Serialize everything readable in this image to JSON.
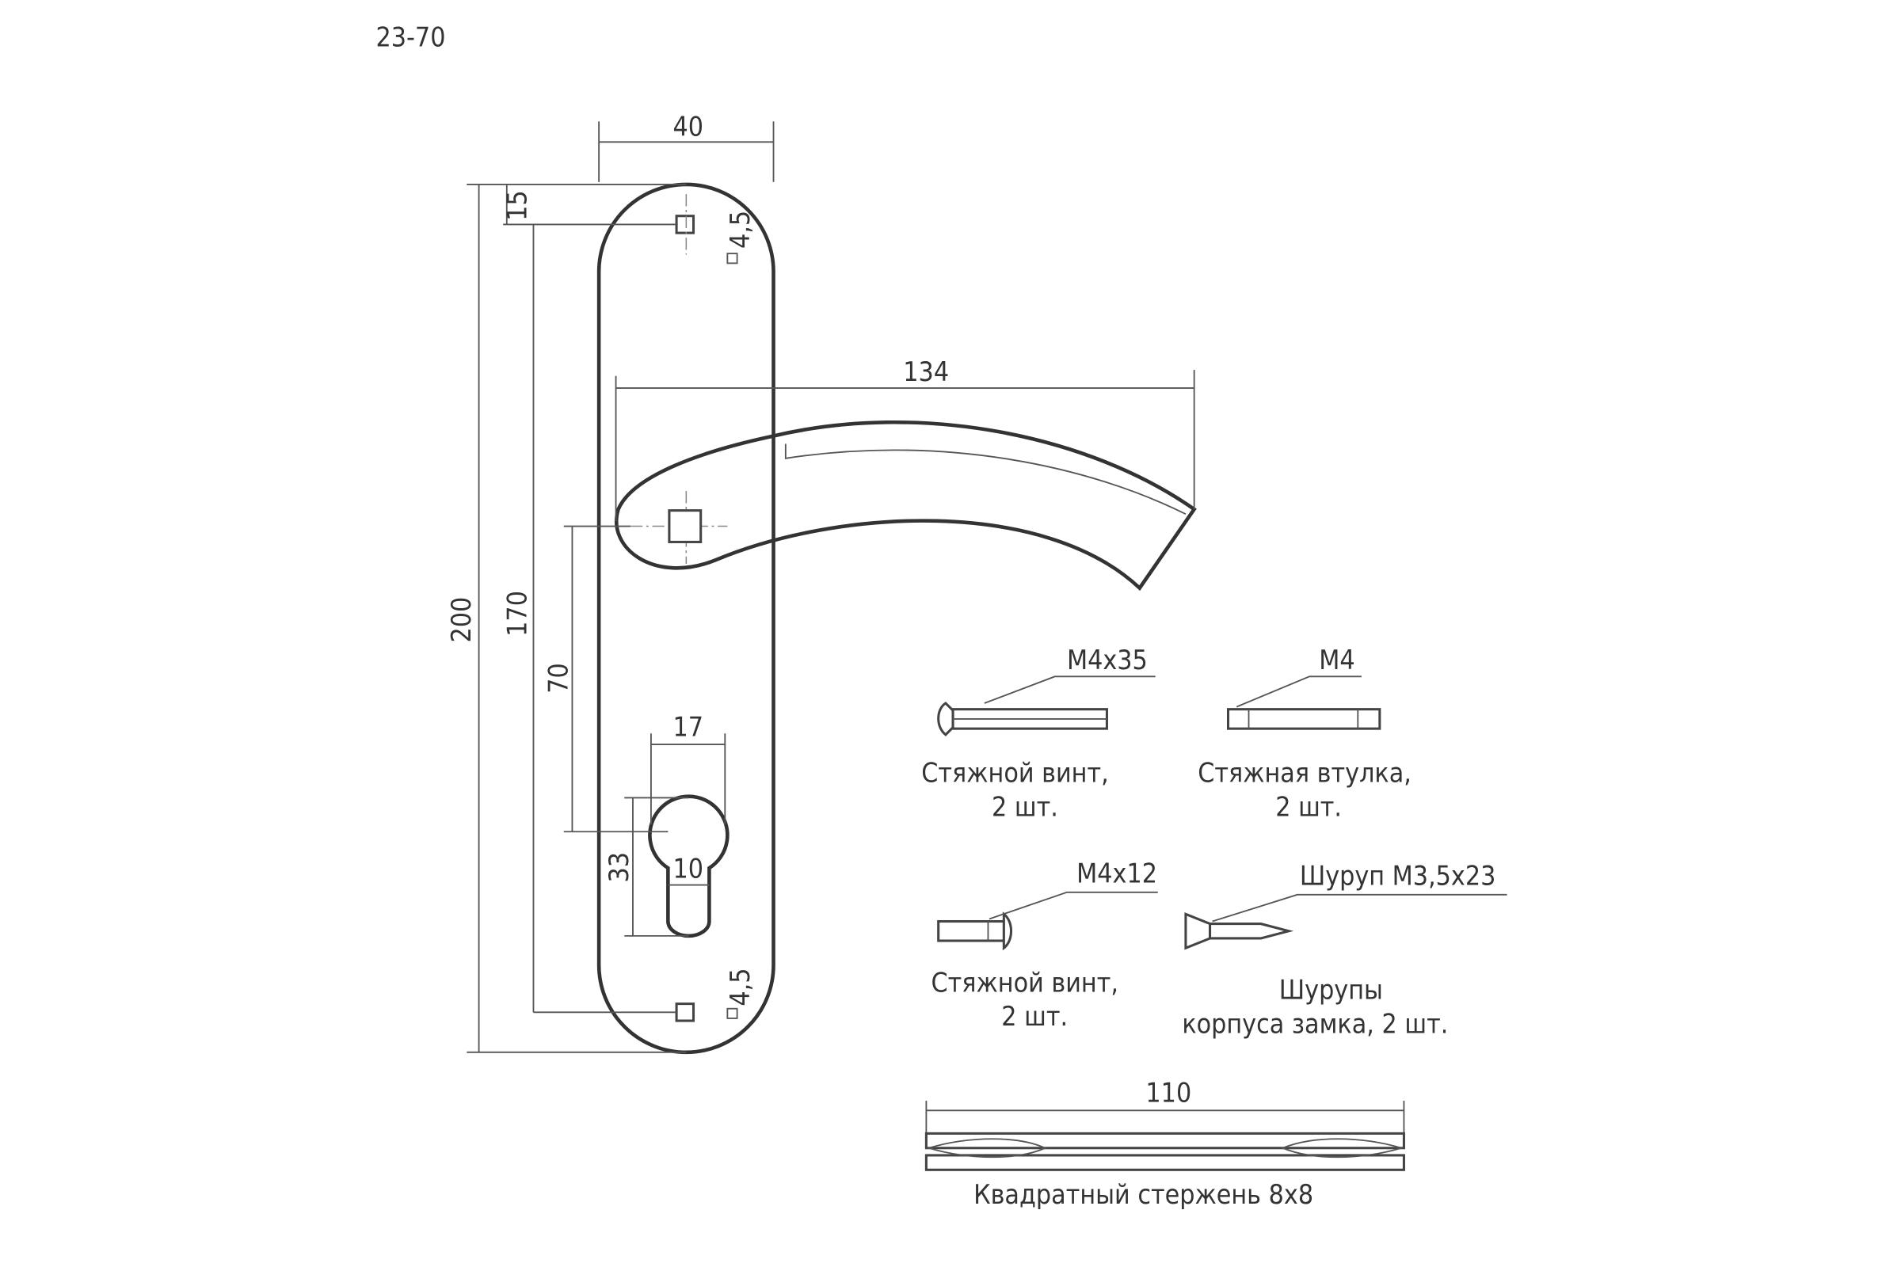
{
  "model": "23-70",
  "dimensions": {
    "plate_width": "40",
    "top_hole_offset": "15",
    "hole_size_top": "4,5",
    "hole_size_bottom": "4,5",
    "handle_length": "134",
    "total_height": "200",
    "hole_spacing": "170",
    "handle_to_cylinder": "70",
    "cylinder_width": "17",
    "cylinder_height": "33",
    "cylinder_slot": "10",
    "rod_length": "110"
  },
  "parts": [
    {
      "spec": "M4x35",
      "name": "Стяжной винт,",
      "qty": "2 шт."
    },
    {
      "spec": "M4",
      "name": "Стяжная втулка,",
      "qty": "2 шт."
    },
    {
      "spec": "M4x12",
      "name": "Стяжной винт,",
      "qty": "2 шт."
    },
    {
      "spec": "Шуруп М3,5x23",
      "name": "Шурупы",
      "qty": "корпуса замка, 2 шт."
    }
  ],
  "rod_label": "Квадратный стержень 8x8"
}
